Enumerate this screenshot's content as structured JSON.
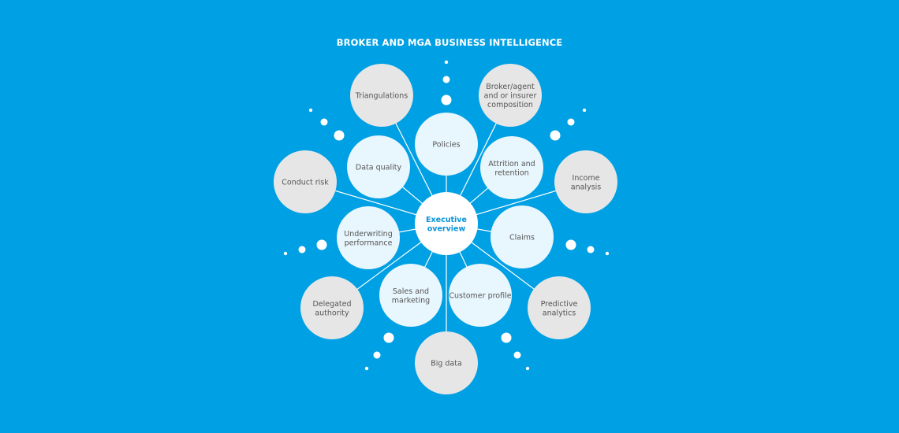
{
  "title": "BROKER AND MGA BUSINESS INTELLIGENCE",
  "colors": {
    "background": "#00a0e4",
    "outer_circle": "#e6e6e6",
    "inner_circle": "#e8f6fd",
    "center_circle": "#ffffff",
    "center_text": "#0a93d8",
    "node_text": "#555555",
    "connector": "#ffffff"
  },
  "center": {
    "label": [
      "Executive",
      "overview"
    ]
  },
  "inner_nodes": [
    {
      "id": "policies",
      "label": [
        "Policies"
      ]
    },
    {
      "id": "attrition-and-retention",
      "label": [
        "Attrition and",
        "retention"
      ]
    },
    {
      "id": "claims",
      "label": [
        "Claims"
      ]
    },
    {
      "id": "customer-profile",
      "label": [
        "Customer profile"
      ]
    },
    {
      "id": "sales-and-marketing",
      "label": [
        "Sales and",
        "marketing"
      ]
    },
    {
      "id": "underwriting-performance",
      "label": [
        "Underwriting",
        "performance"
      ]
    },
    {
      "id": "data-quality",
      "label": [
        "Data quality"
      ]
    }
  ],
  "outer_nodes": [
    {
      "id": "triangulations",
      "label": [
        "Triangulations"
      ]
    },
    {
      "id": "broker-agent-composition",
      "label": [
        "Broker/agent",
        "and or insurer",
        "composition"
      ]
    },
    {
      "id": "income-analysis",
      "label": [
        "Income",
        "analysis"
      ]
    },
    {
      "id": "predictive-analytics",
      "label": [
        "Predictive",
        "analytics"
      ]
    },
    {
      "id": "big-data",
      "label": [
        "Big data"
      ]
    },
    {
      "id": "delegated-authority",
      "label": [
        "Delegated",
        "authority"
      ]
    },
    {
      "id": "conduct-risk",
      "label": [
        "Conduct risk"
      ]
    }
  ]
}
